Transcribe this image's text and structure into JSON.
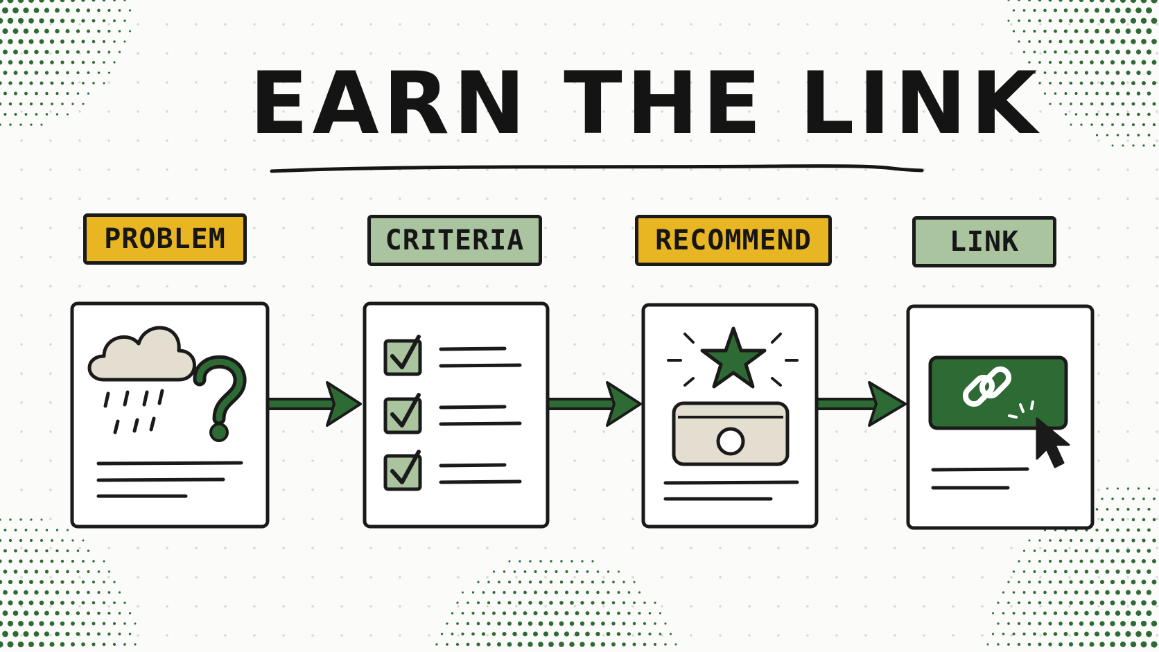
{
  "title": "EARN THE LINK",
  "colors": {
    "ink": "#1a1a1a",
    "yellow": "#e8b523",
    "sage": "#a9c49f",
    "green": "#2e6b34",
    "beige": "#e3ded0"
  },
  "steps": [
    {
      "label": "PROBLEM",
      "color": "yellow",
      "icon": "rain-cloud-question-icon"
    },
    {
      "label": "CRITERIA",
      "color": "sage",
      "icon": "checklist-icon"
    },
    {
      "label": "RECOMMEND",
      "color": "yellow",
      "icon": "star-product-icon"
    },
    {
      "label": "LINK",
      "color": "sage",
      "icon": "link-button-cursor-icon"
    }
  ]
}
